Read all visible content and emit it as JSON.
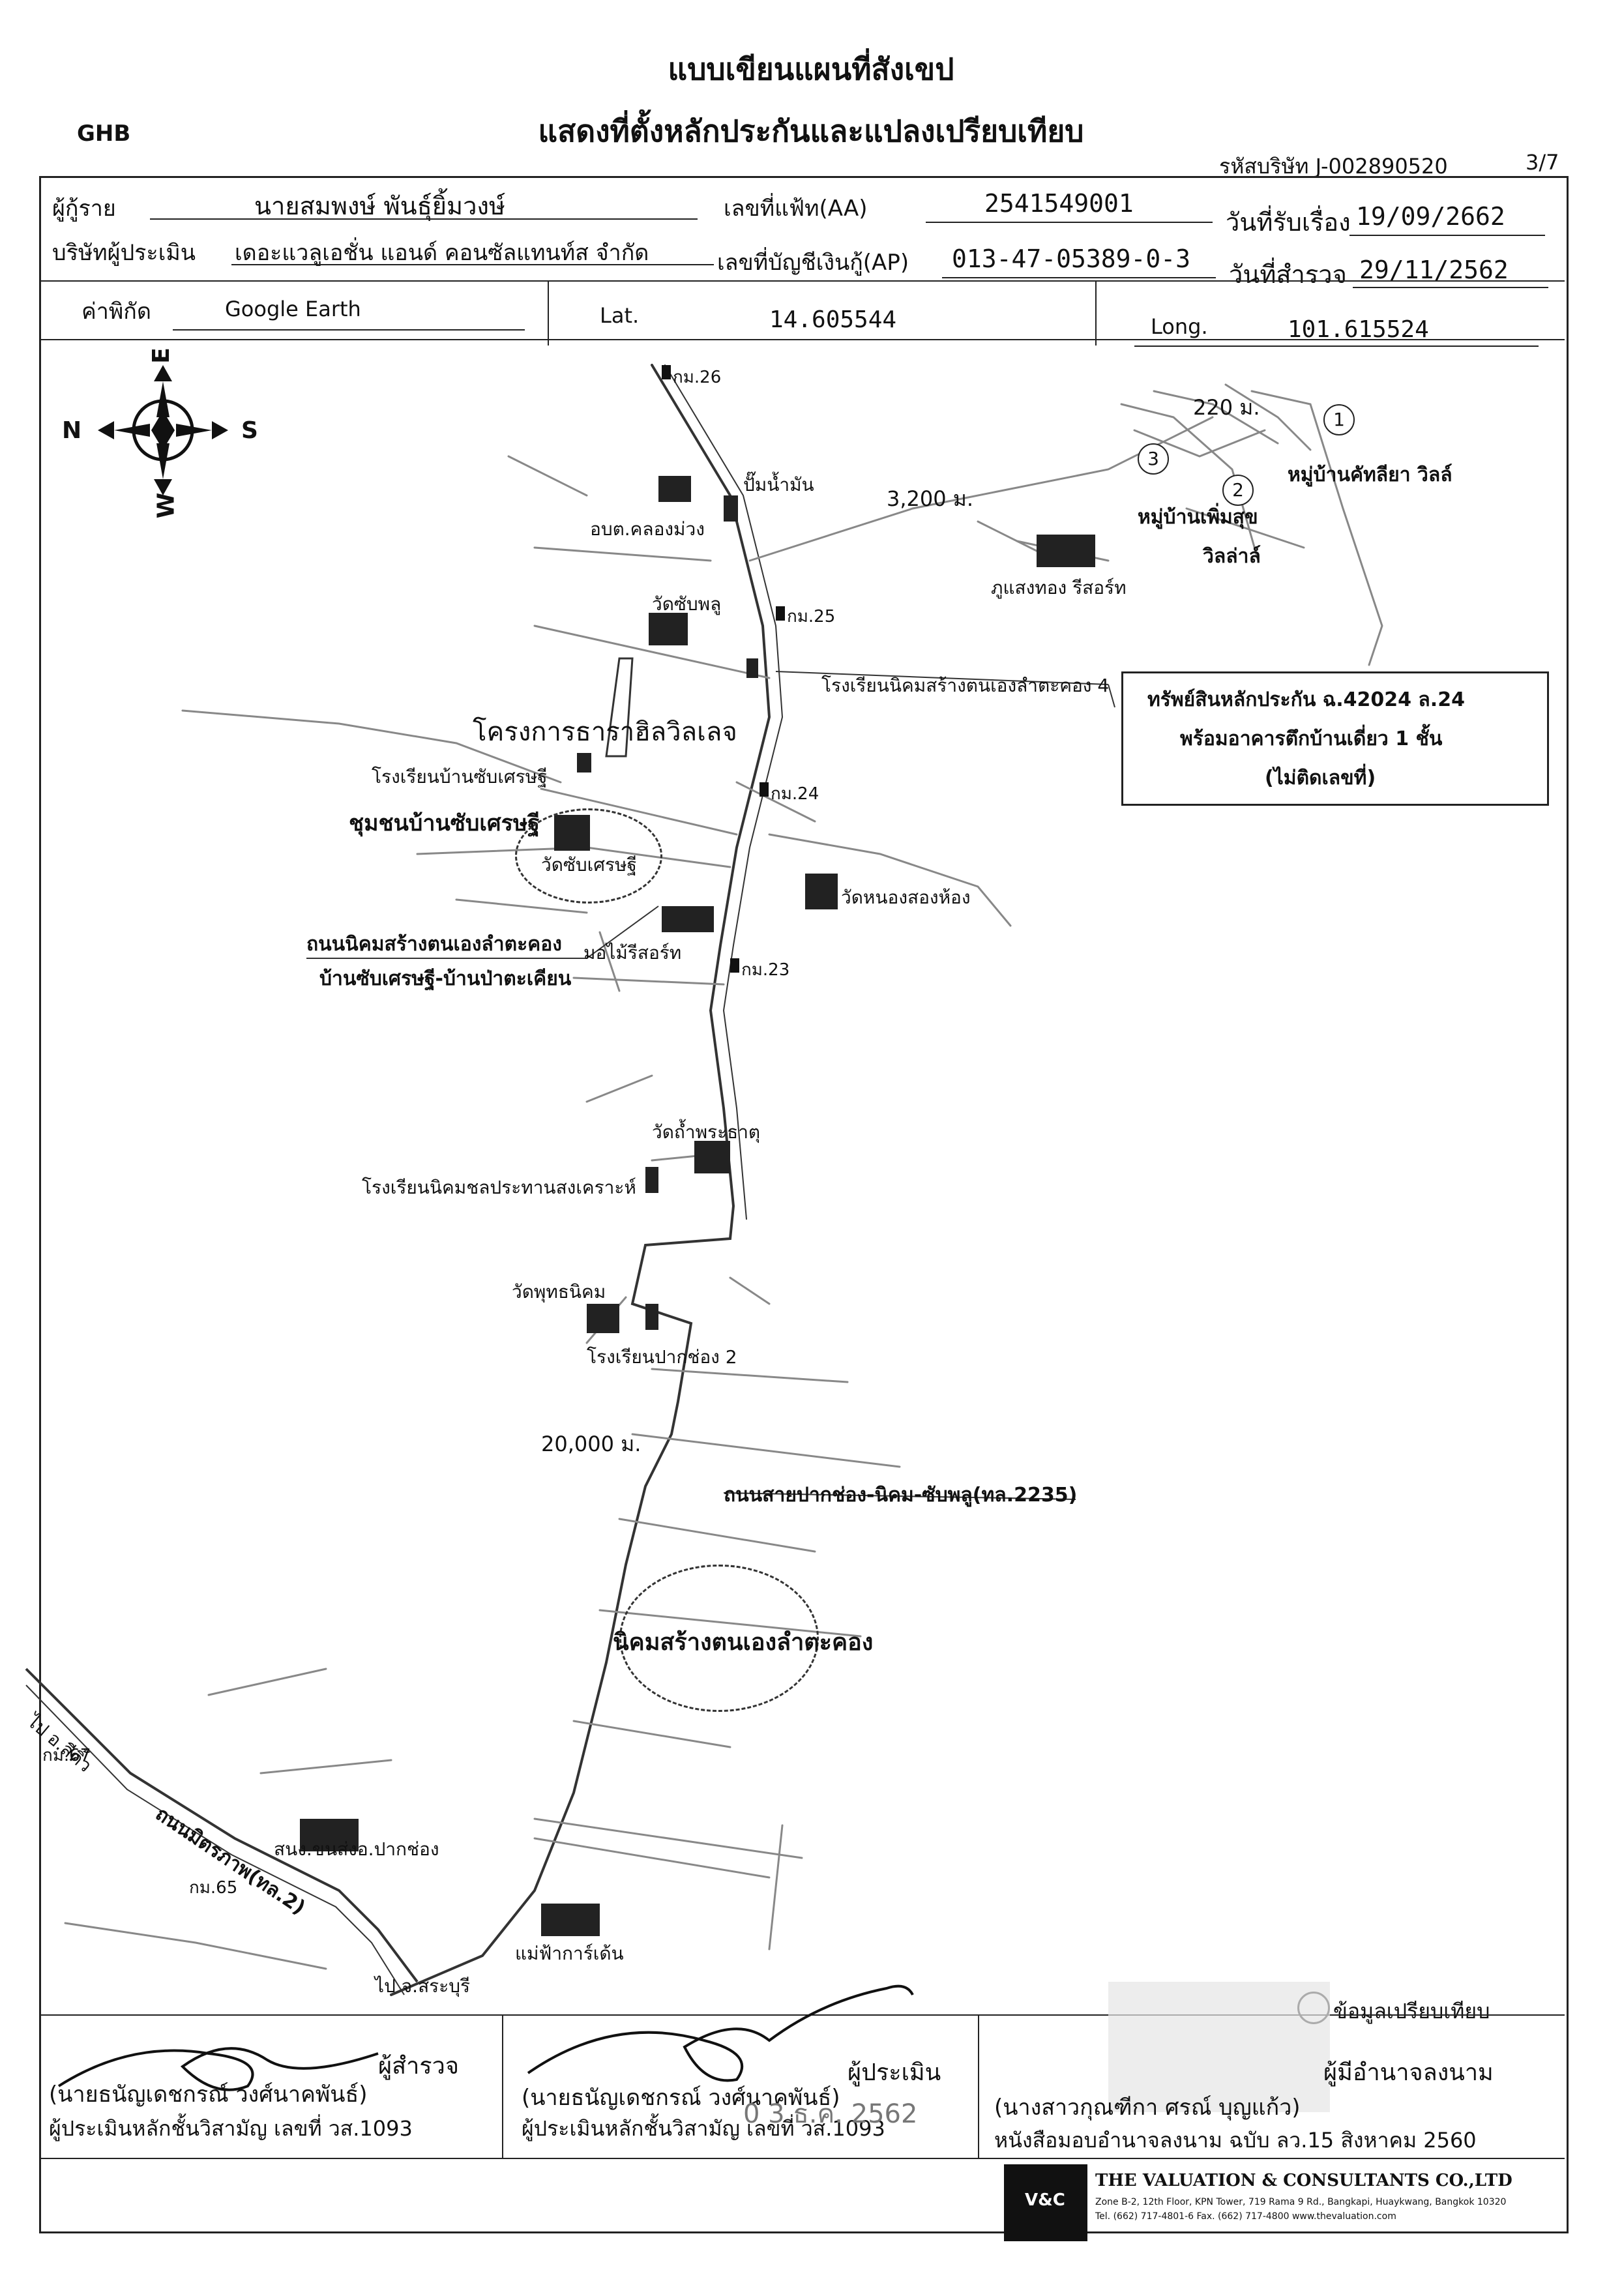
{
  "header": {
    "title_line1": "แบบเขียนแผนที่สังเขป",
    "title_line2": "แสดงที่ตั้งหลักประกันและแปลงเปรียบเทียบ",
    "ghb": "GHB",
    "company_code_label": "รหัสบริษัท J-002890520",
    "page_no": "3/7"
  },
  "form": {
    "borrower_label": "ผู้กู้ราย",
    "borrower_value": "นายสมพงษ์  พันธุ์ยิ้มวงษ์",
    "file_no_label": "เลขที่แฟ้ท(AA)",
    "file_no_value": "2541549001",
    "received_label": "วันที่รับเรื่อง",
    "received_value": "19/09/2662",
    "appraiser_co_label": "บริษัทผู้ประเมิน",
    "appraiser_co_value": "เดอะแวลูเอชั่น แอนด์ คอนซัลแทนท์ส จำกัด",
    "account_label": "เลขที่บัญชีเงินกู้(AP)",
    "account_value": "013-47-05389-0-3",
    "survey_label": "วันที่สำรวจ",
    "survey_value": "29/11/2562",
    "coord_label": "ค่าพิกัด",
    "coord_value": "Google Earth",
    "lat_label": "Lat.",
    "lat_value": "14.605544",
    "long_label": "Long.",
    "long_value": "101.615524"
  },
  "map": {
    "compass": {
      "n": "N",
      "s": "S",
      "e": "E",
      "w": "W"
    },
    "km26": "กม.26",
    "km25": "กม.25",
    "km24": "กม.24",
    "km23": "กม.23",
    "km67": "กม.67",
    "km65": "กม.65",
    "dist_220": "220 ม.",
    "dist_3200": "3,200 ม.",
    "dist_20000": "20,000 ม.",
    "markers": [
      "1",
      "2",
      "3"
    ],
    "village1": "หมู่บ้านคัทลียา วิลล์",
    "village2_line1": "หมู่บ้านเพิ่มสุข",
    "village2_line2": "วิลล่าล์",
    "resort1": "ภูแสงทอง รีสอร์ท",
    "gas": "ปั๊มน้ำมัน",
    "sao": "อบต.คลองม่วง",
    "wat_sap_phlu": "วัดซับพลู",
    "school_nikom4": "โรงเรียนนิคมสร้างตนเองลำตะคอง 4",
    "collateral_line1": "ทรัพย์สินหลักประกัน ฉ.42024  ล.24",
    "collateral_line2": "พร้อมอาคารตึกบ้านเดี่ยว 1 ชั้น",
    "collateral_line3": "(ไม่ติดเลขที่)",
    "project": "โครงการธาราฮิลวิลเลจ",
    "school_sap_settha": "โรงเรียนบ้านซับเศรษฐี",
    "community": "ชุมชนบ้านซับเศรษฐี",
    "wat_sap_settha": "วัดซับเศรษฐี",
    "wat_nong_song_hong": "วัดหนองสองห้อง",
    "road_label1": "ถนนนิคมสร้างตนเองลำตะคอง",
    "road_label2": "บ้านซับเศรษฐี-บ้านป่าตะเคียน",
    "resort2": "มอไม้รีสอร์ท",
    "wat_tham": "วัดถ้ำพระธาตุ",
    "school_chonprathan": "โรงเรียนนิคมชลประทานสงเคราะห์",
    "wat_phuttha": "วัดพุทธนิคม",
    "school_pakchong2": "โรงเรียนปากช่อง 2",
    "highway_label": "ถนนสายปากช่อง-นิคม-ซับพลู(ทล.2235)",
    "nikom": "นิคมสร้างตนเองลำตะคอง",
    "to_sikhio": "ไป อ.สีคิ้ว",
    "mittraphap": "ถนนมิตรภาพ(ทล.2)",
    "police": "สนง.ขนส่งอ.ปากช่อง",
    "garden": "แม่ฟ้าการ์เด้น",
    "to_saraburi": "ไป จ.สระบุรี",
    "comparison_legend": "ข้อมูลเปรียบเทียบ"
  },
  "footer": {
    "surveyor_role": "ผู้สำรวจ",
    "surveyor_name": "(นายธนัญเดชกรณ์  วงศ์นาคพันธ์)",
    "surveyor_cert": "ผู้ประเมินหลักชั้นวิสามัญ เลขที่ วส.1093",
    "appraiser_role": "ผู้ประเมิน",
    "appraiser_name": "(นายธนัญเดชกรณ์  วงศ์นาคพันธ์)",
    "appraiser_cert": "ผู้ประเมินหลักชั้นวิสามัญ เลขที่ วส.1093",
    "authorized_role": "ผู้มีอำนาจลงนาม",
    "authorized_name": "(นางสาวกุณฑีกา  ศรณ์  บุญแก้ว)",
    "authorized_letter": "หนังสือมอบอำนาจลงนาม ฉบับ ลว.15 สิงหาคม 2560",
    "stamp_date": "0 3 ธ.ค. 2562",
    "company_name": "THE VALUATION & CONSULTANTS CO.,LTD",
    "company_addr": "Zone B-2, 12th Floor, KPN Tower, 719 Rama 9 Rd., Bangkapi, Huaykwang, Bangkok 10320",
    "company_tel": "Tel. (662) 717-4801-6 Fax. (662) 717-4800 www.thevaluation.com",
    "logo_text": "V&C"
  }
}
